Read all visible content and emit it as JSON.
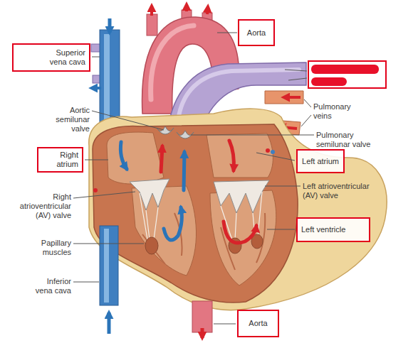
{
  "diagram": {
    "nodes": [
      {
        "text": [
          "Aorta"
        ]
      },
      {
        "text": [
          "Superior vena cava"
        ]
      },
      {
        "text": [
          "Right atrium"
        ]
      },
      {
        "text": [
          "Left atrium"
        ]
      },
      {
        "text": [
          "Left ventricle"
        ]
      },
      {
        "text": [
          "Aorta"
        ]
      }
    ],
    "labels": [
      "Pulmonary veins",
      "Aortic semilunar valve",
      "Pulmonary semilunar valve",
      "Left atrioventricular (AV) valve",
      "Right atrioventricular (AV) valve",
      "Papillary muscles",
      "Inferior vena cava"
    ]
  }
}
